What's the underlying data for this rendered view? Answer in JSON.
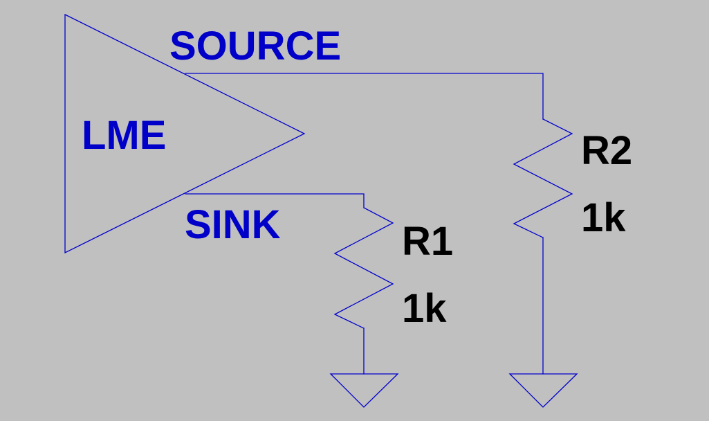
{
  "colors": {
    "background": "#c0c0c0",
    "wire": "#0000cc",
    "net_label": "#0000c8",
    "component_text": "#000000"
  },
  "amplifier": {
    "name": "LME",
    "output_source": "SOURCE",
    "output_sink": "SINK"
  },
  "resistors": [
    {
      "ref": "R1",
      "value": "1k"
    },
    {
      "ref": "R2",
      "value": "1k"
    }
  ],
  "grounds": [
    "ground",
    "ground"
  ]
}
